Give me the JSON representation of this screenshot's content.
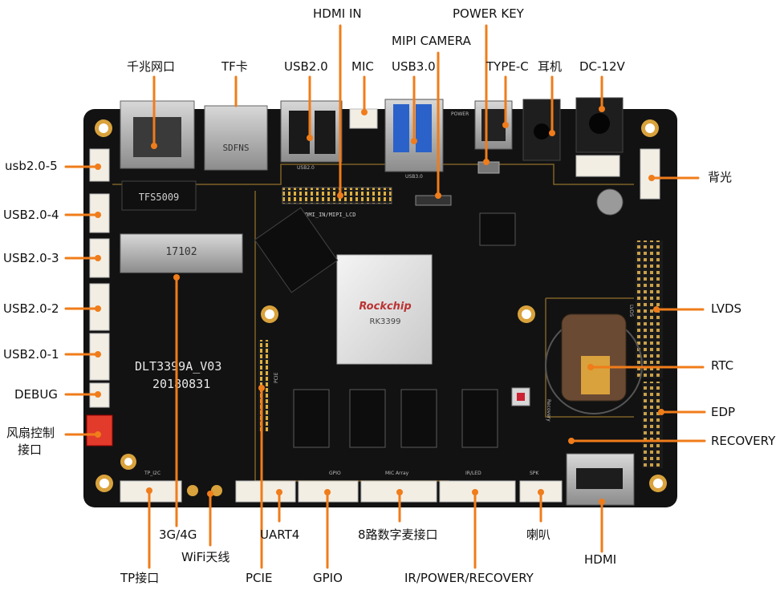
{
  "board": {
    "model": "DLT3399A_V03",
    "date": "20180831",
    "soc_brand": "Rockchip",
    "soc_part": "RK3399",
    "silk_hdmi_mipi": "HDMI_IN/MIPI_LCD",
    "silk_usb2": "USB2.0",
    "silk_usb3": "USB3.0",
    "silk_power": "POWER",
    "silk_gpio": "GPIO",
    "silk_mic_array": "MIC Array",
    "silk_ir_led": "IR/LED",
    "silk_spk": "SPK",
    "silk_lvds": "LVDS",
    "silk_tp": "TP_I2C",
    "silk_pcie": "PCIE",
    "silk_recovery": "Recovery",
    "sdcard_text": "SDFNS",
    "mpcie_text": "17102",
    "trafo_text": "TFS5009"
  },
  "labels": {
    "gigabit_port": "千兆网口",
    "tf_card": "TF卡",
    "usb20_top": "USB2.0",
    "mic": "MIC",
    "usb30": "USB3.0",
    "mipi_camera": "MIPI CAMERA",
    "hdmi_in": "HDMI IN",
    "power_key": "POWER KEY",
    "type_c": "TYPE-C",
    "earphone": "耳机",
    "dc12v": "DC-12V",
    "backlight": "背光",
    "lvds": "LVDS",
    "rtc": "RTC",
    "edp": "EDP",
    "recovery": "RECOVERY",
    "hdmi": "HDMI",
    "usb20_5": "usb2.0-5",
    "usb20_4": "USB2.0-4",
    "usb20_3": "USB2.0-3",
    "usb20_2": "USB2.0-2",
    "usb20_1": "USB2.0-1",
    "debug": "DEBUG",
    "fan_line1": "风扇控制",
    "fan_line2": "接口",
    "g34g": "3G/4G",
    "wifi": "WiFi天线",
    "tp": "TP接口",
    "pcie": "PCIE",
    "uart4": "UART4",
    "gpio": "GPIO",
    "mic8": "8路数字麦接口",
    "ir_power": "IR/POWER/RECOVERY",
    "speaker": "喇叭"
  },
  "colors": {
    "leader": "#f07c1a",
    "pcb": "#121212",
    "connector": "#f2eee4",
    "gold": "#d9a23c",
    "usb3_blue": "#2a62c9"
  }
}
